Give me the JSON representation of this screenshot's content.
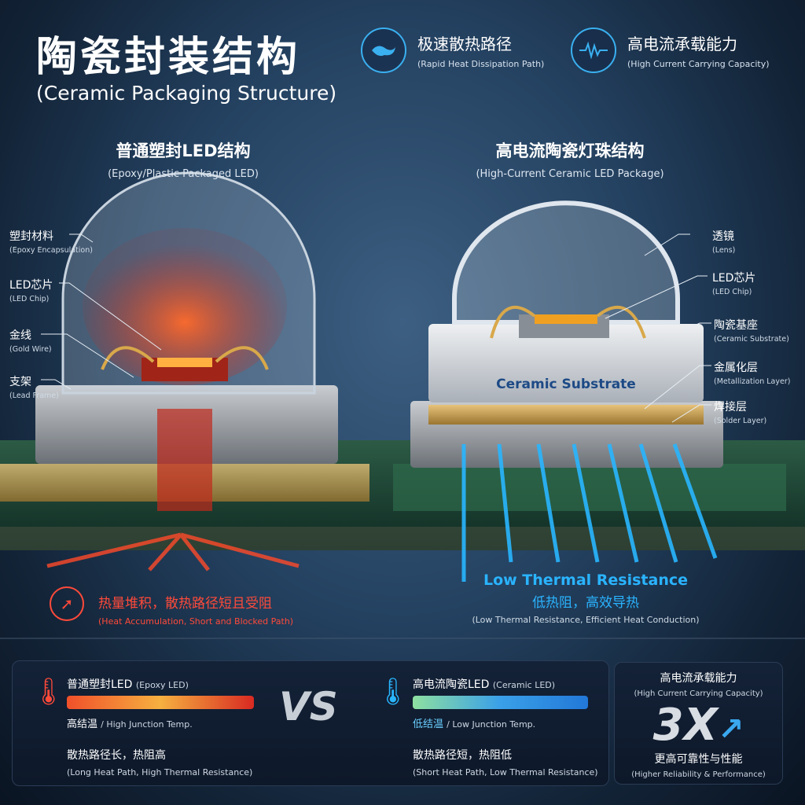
{
  "header": {
    "title": "陶瓷封装结构",
    "subtitle": "(Ceramic Packaging Structure)"
  },
  "features": [
    {
      "icon": "heat-path-icon",
      "label": "极速散热路径",
      "sub": "(Rapid Heat Dissipation Path)"
    },
    {
      "icon": "current-wave-icon",
      "label": "高电流承载能力",
      "sub": "(High Current Carrying Capacity)"
    }
  ],
  "left": {
    "title": "普通塑封LED结构",
    "sub": "(Epoxy/Plastic Packaged LED)",
    "labels": [
      {
        "cn": "塑封材料",
        "en": "(Epoxy Encapsulation)"
      },
      {
        "cn": "LED芯片",
        "en": "(LED Chip)"
      },
      {
        "cn": "金线",
        "en": "(Gold Wire)"
      },
      {
        "cn": "支架",
        "en": "(Lead Frame)"
      }
    ],
    "caption": {
      "cn": "热量堆积，散热路径短且受阻",
      "en": "(Heat Accumulation, Short and Blocked Path)",
      "color": "#ff4a3a"
    }
  },
  "right": {
    "title": "高电流陶瓷灯珠结构",
    "sub": "(High-Current Ceramic LED Package)",
    "substrate_text": "Ceramic Substrate",
    "labels": [
      {
        "cn": "透镜",
        "en": "(Lens)"
      },
      {
        "cn": "LED芯片",
        "en": "(LED Chip)"
      },
      {
        "cn": "陶瓷基座",
        "en": "(Ceramic Substrate)"
      },
      {
        "cn": "金属化层",
        "en": "(Metallization Layer)"
      },
      {
        "cn": "焊接层",
        "en": "(Solder Layer)"
      }
    ],
    "caption": {
      "title": "Low Thermal Resistance",
      "cn": "低热阻，高效导热",
      "en": "(Low Thermal Resistance, Efficient Heat Conduction)",
      "color": "#2ab4ff"
    }
  },
  "comparison": {
    "epoxy": {
      "name": "普通塑封LED",
      "tag": "(Epoxy LED)",
      "temp_cn": "高结温",
      "temp_en": "/ High Junction Temp.",
      "path_cn": "散热路径长，热阻高",
      "path_en": "(Long Heat Path, High Thermal Resistance)"
    },
    "vs": "VS",
    "ceramic": {
      "name": "高电流陶瓷LED",
      "tag": "(Ceramic LED)",
      "temp_cn": "低结温",
      "temp_en": "/ Low Junction Temp.",
      "path_cn": "散热路径短，热阻低",
      "path_en": "(Short Heat Path, Low Thermal Resistance)"
    },
    "capacity": {
      "title": "高电流承载能力",
      "sub": "(High Current Carrying Capacity)",
      "value": "3X",
      "note": "更高可靠性与性能",
      "note_en": "(Higher Reliability & Performance)"
    }
  }
}
